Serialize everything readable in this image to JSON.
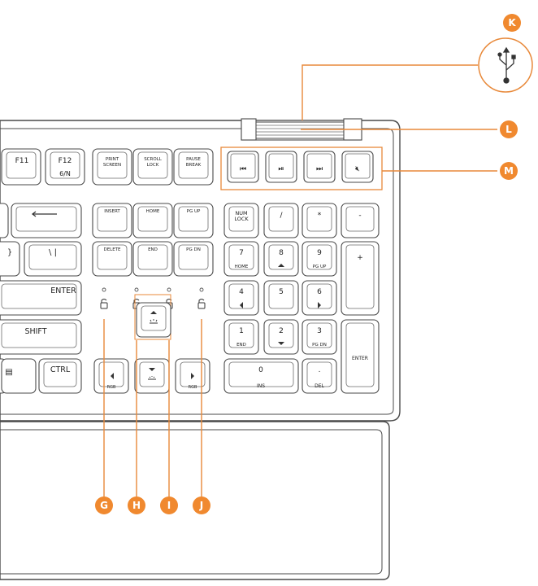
{
  "callouts": {
    "G": "G",
    "H": "H",
    "I": "I",
    "J": "J",
    "K": "K",
    "L": "L",
    "M": "M"
  },
  "keys": {
    "f11": "F11",
    "f12": "F12",
    "f12_sub": "6/N",
    "prtsc_1": "PRINT",
    "prtsc_2": "SCREEN",
    "scroll_1": "SCROLL",
    "scroll_2": "LOCK",
    "pause_1": "PAUSE",
    "pause_2": "BREAK",
    "backspace": "←",
    "brace": "}",
    "backslash": "\\ |",
    "enter": "ENTER",
    "shift": "SHIFT",
    "menu": "▤",
    "ctrl": "CTRL",
    "insert": "INSERT",
    "home": "HOME",
    "pgup": "PG UP",
    "delete": "DELETE",
    "end": "END",
    "pgdn": "PG DN",
    "rgb": "RGB",
    "numlock_1": "NUM",
    "numlock_2": "LOCK",
    "slash": "/",
    "star": "*",
    "minus": "-",
    "plus": "+",
    "num7": "7",
    "num7_sub": "HOME",
    "num8": "8",
    "num9": "9",
    "num9_sub": "PG UP",
    "num4": "4",
    "num5": "5",
    "num6": "6",
    "num1": "1",
    "num1_sub": "END",
    "num2": "2",
    "num3": "3",
    "num3_sub": "PG DN",
    "num0": "0",
    "num0_sub": "INS",
    "dot": ".",
    "dot_sub": "DEL",
    "numenter": "ENTER"
  },
  "colors": {
    "accent": "#f0892f",
    "outline": "#4a4a4a"
  },
  "icons": {
    "usb": "usb-icon",
    "prev": "previous-track-icon",
    "play": "play-pause-icon",
    "next": "next-track-icon",
    "mute": "mute-icon"
  }
}
